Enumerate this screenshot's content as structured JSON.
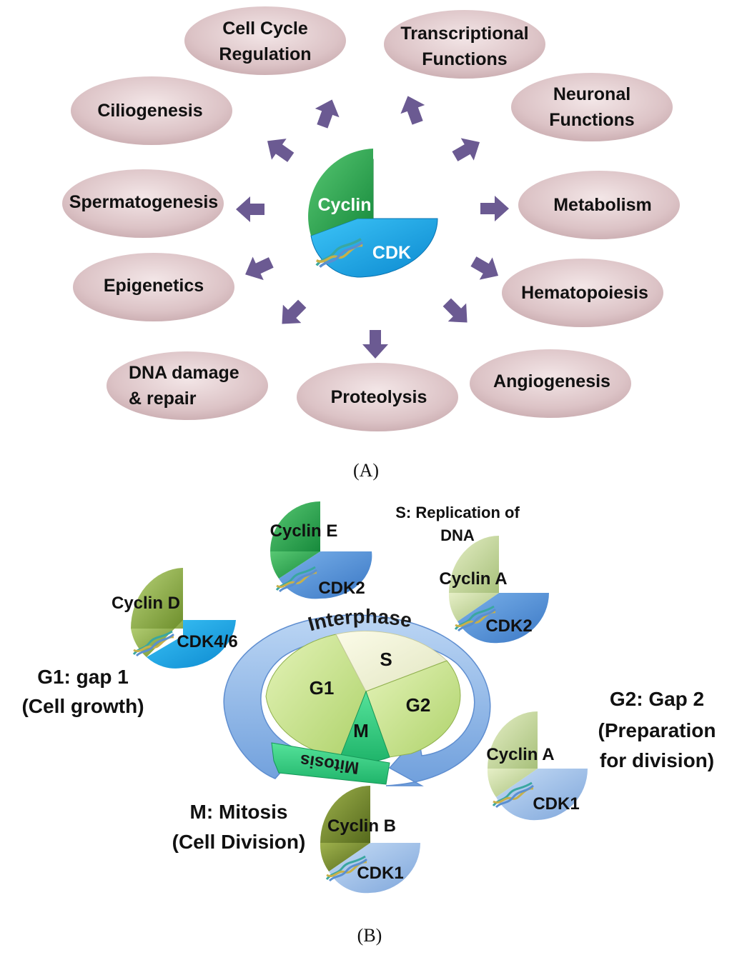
{
  "panel_a": {
    "center": {
      "cyclin": "Cyclin",
      "cdk": "CDK"
    },
    "functions": [
      {
        "id": "cell-cycle-regulation",
        "line1": "Cell Cycle",
        "line2": "Regulation"
      },
      {
        "id": "transcriptional-functions",
        "line1": "Transcriptional",
        "line2": "Functions"
      },
      {
        "id": "neuronal-functions",
        "line1": "Neuronal",
        "line2": "Functions"
      },
      {
        "id": "metabolism",
        "line1": "Metabolism",
        "line2": ""
      },
      {
        "id": "hematopoiesis",
        "line1": "Hematopoiesis",
        "line2": ""
      },
      {
        "id": "angiogenesis",
        "line1": "Angiogenesis",
        "line2": ""
      },
      {
        "id": "proteolysis",
        "line1": "Proteolysis",
        "line2": ""
      },
      {
        "id": "dna-damage-repair",
        "line1": "DNA damage",
        "line2": "& repair"
      },
      {
        "id": "epigenetics",
        "line1": "Epigenetics",
        "line2": ""
      },
      {
        "id": "spermatogenesis",
        "line1": "Spermatogenesis",
        "line2": ""
      },
      {
        "id": "ciliogenesis",
        "line1": "Ciliogenesis",
        "line2": ""
      }
    ],
    "caption": "(A)"
  },
  "panel_b": {
    "ring": {
      "interphase": "Interphase",
      "mitosis": "Mitosis"
    },
    "phases": {
      "g1": "G1",
      "s": "S",
      "g2": "G2",
      "m": "M"
    },
    "complexes": [
      {
        "id": "cyclin-d-cdk46",
        "cyclin": "Cyclin D",
        "cdk": "CDK4/6"
      },
      {
        "id": "cyclin-e-cdk2",
        "cyclin": "Cyclin E",
        "cdk": "CDK2"
      },
      {
        "id": "cyclin-a-cdk2",
        "cyclin": "Cyclin A",
        "cdk": "CDK2"
      },
      {
        "id": "cyclin-a-cdk1",
        "cyclin": "Cyclin A",
        "cdk": "CDK1"
      },
      {
        "id": "cyclin-b-cdk1",
        "cyclin": "Cyclin B",
        "cdk": "CDK1"
      }
    ],
    "labels": {
      "s_line1": "S: Replication of",
      "s_line2": "DNA",
      "g1_line1": "G1: gap 1",
      "g1_line2": "(Cell growth)",
      "g2_line1": "G2: Gap 2",
      "g2_line2": "(Preparation",
      "g2_line3": "for division)",
      "m_line1": "M: Mitosis",
      "m_line2": "(Cell Division)"
    },
    "caption": "(B)"
  },
  "colors": {
    "oval": "#dcc3c6",
    "arrow": "#6b5a92",
    "cyclin_green": "#22a04a",
    "cdk_blue": "#12a3e4",
    "ring_blue": "#8cb8e8",
    "mitosis_green": "#3fe090"
  }
}
